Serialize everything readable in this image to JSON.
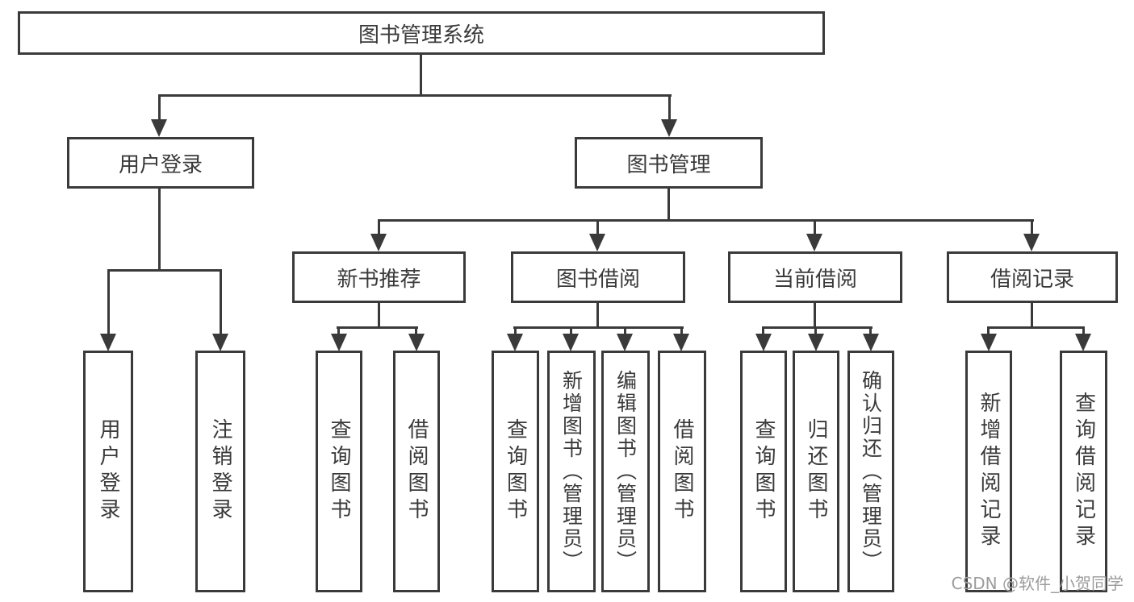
{
  "diagram": {
    "title": "图书管理系统",
    "level2": {
      "user_login": "用户登录",
      "book_mgmt": "图书管理"
    },
    "level3": {
      "new_books": "新书推荐",
      "book_borrow": "图书借阅",
      "current_borrow": "当前借阅",
      "borrow_records": "借阅记录"
    },
    "leaves": {
      "user_login": "用户登录",
      "logout": "注销登录",
      "nb_query": "查询图书",
      "nb_borrow": "借阅图书",
      "bb_query": "查询图书",
      "bb_add": "新增图书（管理员）",
      "bb_edit": "编辑图书（管理员）",
      "bb_borrow": "借阅图书",
      "cb_query": "查询图书",
      "cb_return": "归还图书",
      "cb_confirm": "确认归还（管理员）",
      "br_add": "新增借阅记录",
      "br_query": "查询借阅记录"
    }
  },
  "watermark": "CSDN @软件_小贺同学",
  "colors": {
    "line": "#3a3a3a",
    "text": "#3a3a3a",
    "background": "#ffffff",
    "watermark": "#9c9c9c"
  }
}
